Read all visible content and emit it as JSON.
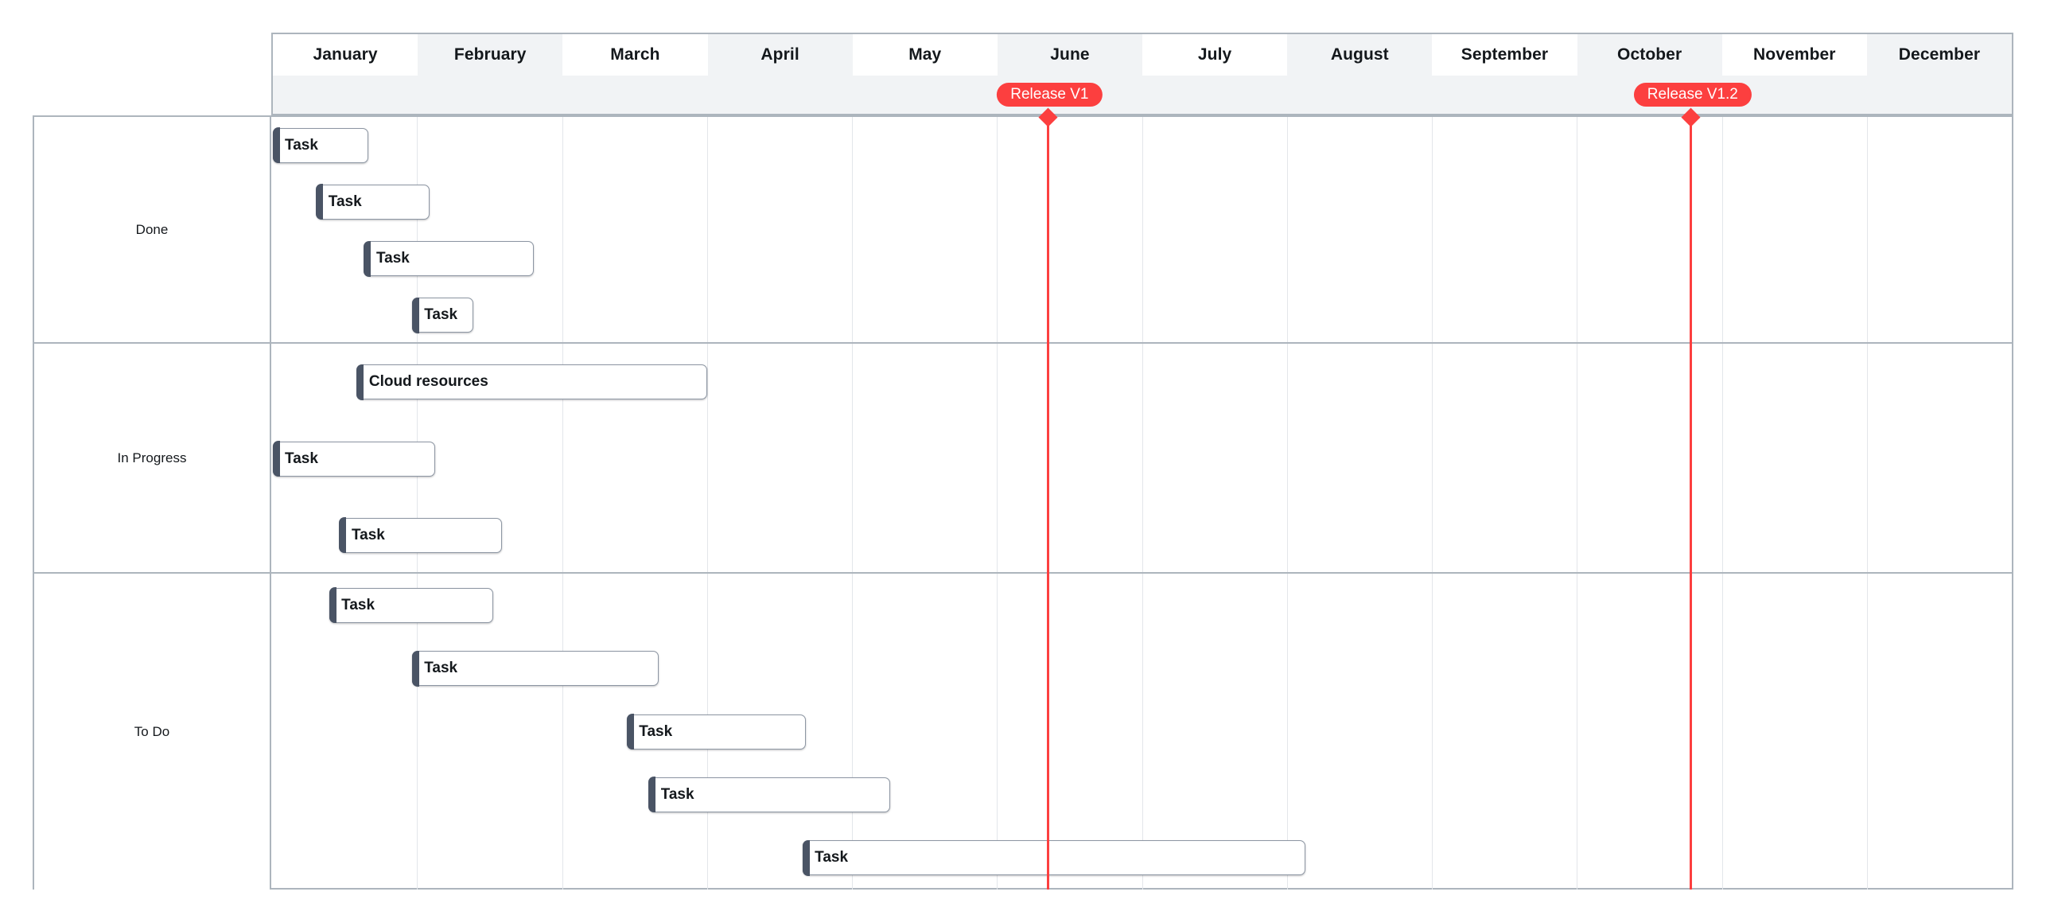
{
  "chart_data": {
    "type": "gantt",
    "title": "",
    "timeline": {
      "unit": "month",
      "months": [
        "January",
        "February",
        "March",
        "April",
        "May",
        "June",
        "July",
        "August",
        "September",
        "October",
        "November",
        "December"
      ],
      "start": "January",
      "end": "December",
      "column_count": 12
    },
    "milestones": [
      {
        "label": "Release V1",
        "month_position": 5.35,
        "color": "#fc3f3f"
      },
      {
        "label": "Release V1.2",
        "month_position": 9.78,
        "color": "#fc3f3f"
      }
    ],
    "groups": [
      {
        "label": "Done",
        "tasks": [
          {
            "label": "Task",
            "start_month": 0.0,
            "end_month": 0.66
          },
          {
            "label": "Task",
            "start_month": 0.3,
            "end_month": 1.08
          },
          {
            "label": "Task",
            "start_month": 0.63,
            "end_month": 1.8
          },
          {
            "label": "Task",
            "start_month": 0.96,
            "end_month": 1.38
          }
        ]
      },
      {
        "label": "In Progress",
        "tasks": [
          {
            "label": "Cloud resources",
            "start_month": 0.58,
            "end_month": 2.99
          },
          {
            "label": "Task",
            "start_month": 0.0,
            "end_month": 1.12
          },
          {
            "label": "Task",
            "start_month": 0.46,
            "end_month": 1.58
          }
        ]
      },
      {
        "label": "To Do",
        "tasks": [
          {
            "label": "Task",
            "start_month": 0.39,
            "end_month": 1.52
          },
          {
            "label": "Task",
            "start_month": 0.96,
            "end_month": 2.66
          },
          {
            "label": "Task",
            "start_month": 2.44,
            "end_month": 3.67
          },
          {
            "label": "Task",
            "start_month": 2.59,
            "end_month": 4.25
          },
          {
            "label": "Task",
            "start_month": 3.65,
            "end_month": 7.11
          }
        ]
      }
    ],
    "colors": {
      "milestone": "#fc3f3f",
      "bar_fill": "#ffffff",
      "bar_border": "#8d96a3",
      "bar_progress": "#4a5465",
      "grid_line": "#e3e6ea",
      "frame_border": "#adb5bd",
      "header_alt_bg": "#f1f3f5"
    }
  }
}
